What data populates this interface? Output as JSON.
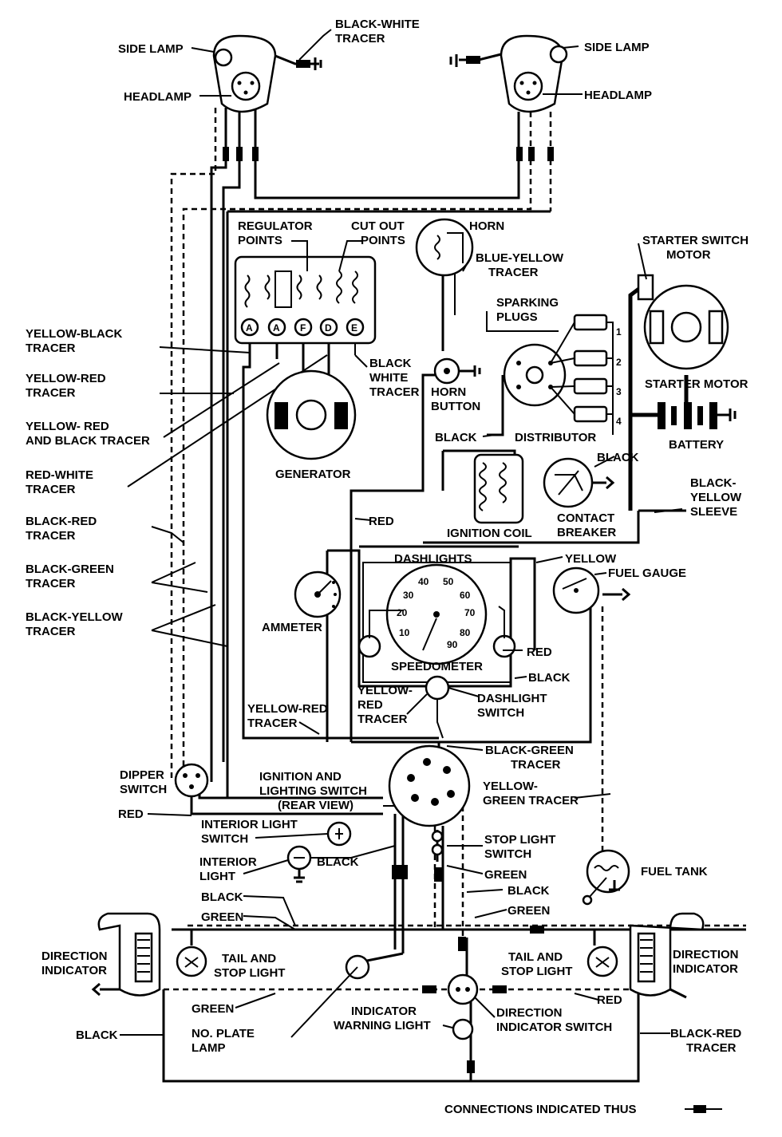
{
  "labels": {
    "side_lamp_left": "SIDE LAMP",
    "side_lamp_right": "SIDE LAMP",
    "headlamp_left": "HEADLAMP",
    "headlamp_right": "HEADLAMP",
    "black_white_tracer_top_1": "BLACK-WHITE",
    "black_white_tracer_top_2": "TRACER",
    "regulator_points_1": "REGULATOR",
    "regulator_points_2": "POINTS",
    "cut_out_points_1": "CUT OUT",
    "cut_out_points_2": "POINTS",
    "horn": "HORN",
    "blue_yellow_tracer_1": "BLUE-YELLOW",
    "blue_yellow_tracer_2": "TRACER",
    "starter_switch_motor_1": "STARTER SWITCH",
    "starter_switch_motor_2": "MOTOR",
    "sparking_plugs_1": "SPARKING",
    "sparking_plugs_2": "PLUGS",
    "yellow_black_tracer_1": "YELLOW-BLACK",
    "yellow_black_tracer_2": "TRACER",
    "yellow_red_tracer_1": "YELLOW-RED",
    "yellow_red_tracer_2": "TRACER",
    "yellow_red_black_tracer_1": "YELLOW- RED",
    "yellow_red_black_tracer_2": "AND BLACK TRACER",
    "red_white_tracer_1": "RED-WHITE",
    "red_white_tracer_2": "TRACER",
    "black_red_tracer_1": "BLACK-RED",
    "black_red_tracer_2": "TRACER",
    "black_green_tracer_1": "BLACK-GREEN",
    "black_green_tracer_2": "TRACER",
    "black_yellow_tracer_1": "BLACK-YELLOW",
    "black_yellow_tracer_2": "TRACER",
    "black_white_tracer_mid_1": "BLACK",
    "black_white_tracer_mid_2": "WHITE",
    "black_white_tracer_mid_3": "TRACER",
    "horn_button_1": "HORN",
    "horn_button_2": "BUTTON",
    "starter_motor": "STARTER MOTOR",
    "battery": "BATTERY",
    "generator": "GENERATOR",
    "black_distributor": "BLACK",
    "distributor": "DISTRIBUTOR",
    "black_contact": "BLACK",
    "red": "RED",
    "contact_breaker_1": "CONTACT",
    "contact_breaker_2": "BREAKER",
    "ignition_coil": "IGNITION COIL",
    "black_yellow_sleeve_1": "BLACK-",
    "black_yellow_sleeve_2": "YELLOW",
    "black_yellow_sleeve_3": "SLEEVE",
    "dashlights": "DASHLIGHTS",
    "yellow": "YELLOW",
    "fuel_gauge": "FUEL GAUGE",
    "ammeter": "AMMETER",
    "speedometer": "SPEEDOMETER",
    "red_speedo": "RED",
    "black_speedo": "BLACK",
    "yellow_red_tracer_dash_1": "YELLOW-",
    "yellow_red_tracer_dash_2": "RED",
    "yellow_red_tracer_dash_3": "TRACER",
    "dashlight_switch_1": "DASHLIGHT",
    "dashlight_switch_2": "SWITCH",
    "yellow_red_tracer_low_1": "YELLOW-RED",
    "yellow_red_tracer_low_2": "TRACER",
    "black_green_tracer_ign_1": "BLACK-GREEN",
    "black_green_tracer_ign_2": "TRACER",
    "dipper_switch_1": "DIPPER",
    "dipper_switch_2": "SWITCH",
    "ignition_switch_1": "IGNITION AND",
    "ignition_switch_2": "LIGHTING SWITCH",
    "ignition_switch_3": "(REAR VIEW)",
    "yellow_green_tracer_1": "YELLOW-",
    "yellow_green_tracer_2": "GREEN TRACER",
    "red_dipper": "RED",
    "interior_light_switch_1": "INTERIOR LIGHT",
    "interior_light_switch_2": "SWITCH",
    "interior_light_1": "INTERIOR",
    "interior_light_2": "LIGHT",
    "black_interior": "BLACK",
    "stop_light_switch_1": "STOP LIGHT",
    "stop_light_switch_2": "SWITCH",
    "green_stop": "GREEN",
    "fuel_tank": "FUEL TANK",
    "black_rear": "BLACK",
    "green_rear": "GREEN",
    "black_stop": "BLACK",
    "green_right": "GREEN",
    "direction_indicator_left_1": "DIRECTION",
    "direction_indicator_left_2": "INDICATOR",
    "direction_indicator_right_1": "DIRECTION",
    "direction_indicator_right_2": "INDICATOR",
    "tail_stop_left_1": "TAIL AND",
    "tail_stop_left_2": "STOP LIGHT",
    "tail_stop_right_1": "TAIL AND",
    "tail_stop_right_2": "STOP LIGHT",
    "red_direction": "RED",
    "green_plate": "GREEN",
    "indicator_warning_1": "INDICATOR",
    "indicator_warning_2": "WARNING LIGHT",
    "direction_indicator_switch_1": "DIRECTION",
    "direction_indicator_switch_2": "INDICATOR SWITCH",
    "black_bottom": "BLACK",
    "no_plate_lamp_1": "NO. PLATE",
    "no_plate_lamp_2": "LAMP",
    "black_red_tracer_bottom_1": "BLACK-RED",
    "black_red_tracer_bottom_2": "TRACER",
    "connections_note": "CONNECTIONS INDICATED THUS",
    "terminal_a1": "A",
    "terminal_a2": "A",
    "terminal_f": "F",
    "terminal_d": "D",
    "terminal_e": "E",
    "plug_1": "1",
    "plug_2": "2",
    "plug_3": "3",
    "plug_4": "4"
  },
  "speedometer_ticks": [
    "10",
    "20",
    "30",
    "40",
    "50",
    "60",
    "70",
    "80",
    "90"
  ]
}
